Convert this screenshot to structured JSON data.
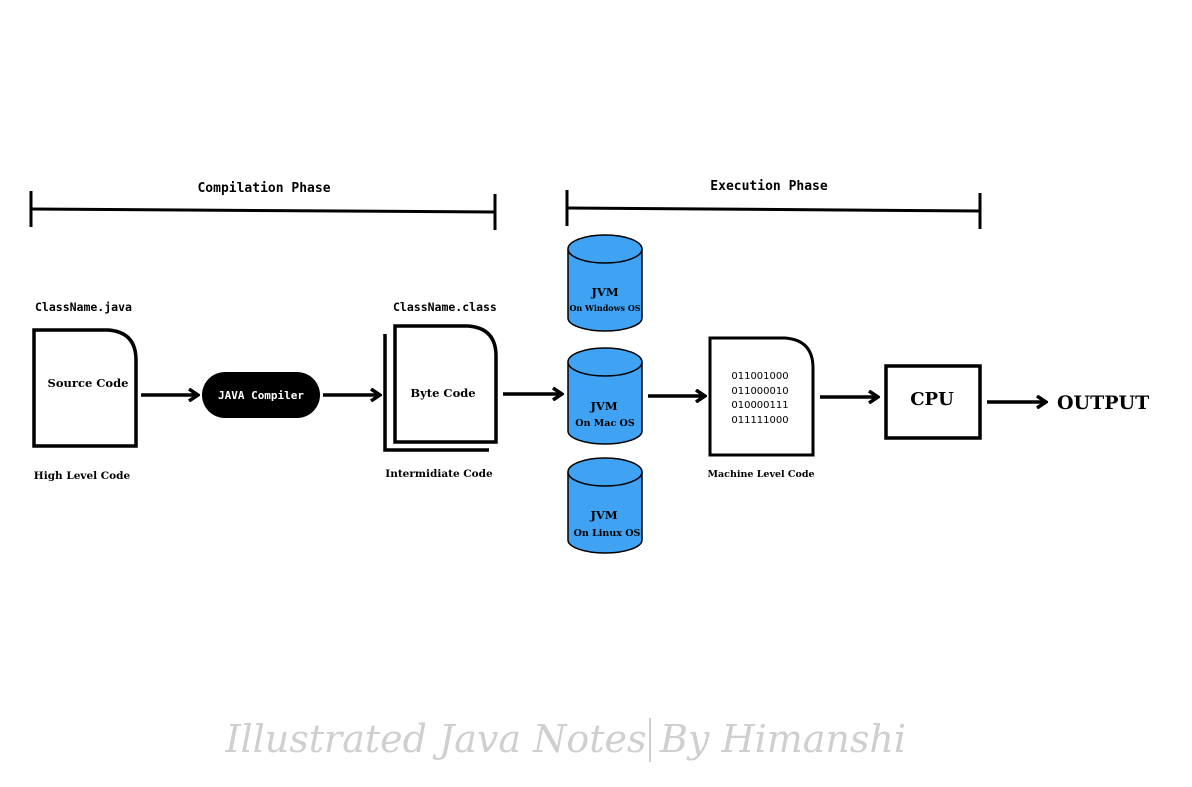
{
  "phases": {
    "compilation": "Compilation Phase",
    "execution": "Execution Phase"
  },
  "source": {
    "filename": "ClassName.java",
    "label": "Source Code",
    "caption": "High Level Code"
  },
  "compiler": {
    "label": "JAVA Compiler"
  },
  "bytecode": {
    "filename": "ClassName.class",
    "label": "Byte Code",
    "caption": "Intermidiate Code"
  },
  "jvms": [
    {
      "title": "JVM",
      "os": "On Windows OS"
    },
    {
      "title": "JVM",
      "os": "On Mac OS"
    },
    {
      "title": "JVM",
      "os": "On Linux OS"
    }
  ],
  "machine": {
    "lines": [
      "011001000",
      "011000010",
      "010000111",
      "011111000"
    ],
    "caption": "Machine Level Code"
  },
  "cpu": {
    "label": "CPU"
  },
  "output": {
    "label": "OUTPUT"
  },
  "watermark": {
    "left": "Illustrated Java Notes",
    "right": "By Himanshi"
  },
  "colors": {
    "jvm_fill": "#3fa2f2",
    "stroke": "#000000",
    "watermark": "#cfcfcf"
  }
}
